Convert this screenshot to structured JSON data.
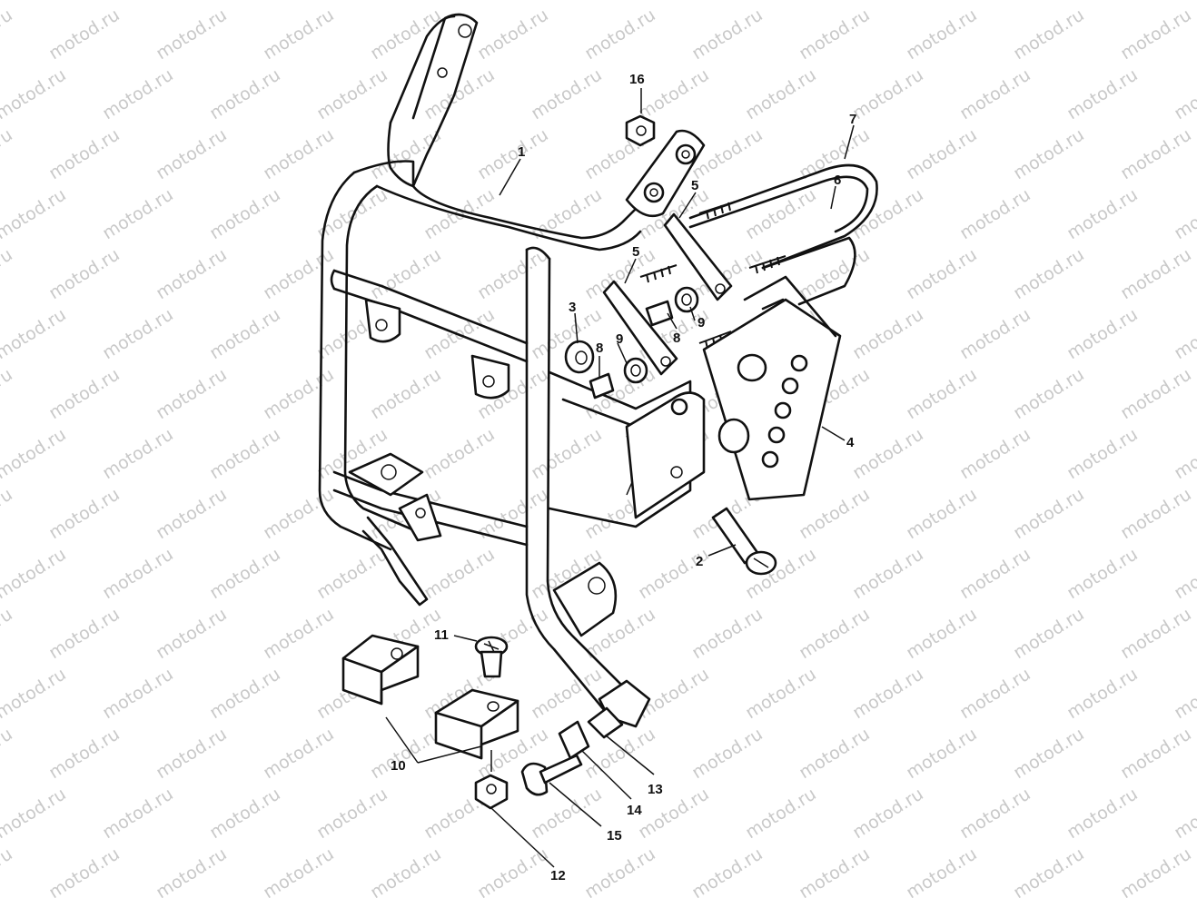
{
  "watermark": {
    "text": "motod.ru",
    "color": "#c9c9c9"
  },
  "callouts": {
    "p1": "1",
    "p2": "2",
    "p3": "3",
    "p4": "4",
    "p5a": "5",
    "p5b": "5",
    "p6": "6",
    "p7": "7",
    "p8a": "8",
    "p8b": "8",
    "p9a": "9",
    "p9b": "9",
    "p10": "10",
    "p11": "11",
    "p12": "12",
    "p13": "13",
    "p14": "14",
    "p15": "15",
    "p16": "16"
  }
}
